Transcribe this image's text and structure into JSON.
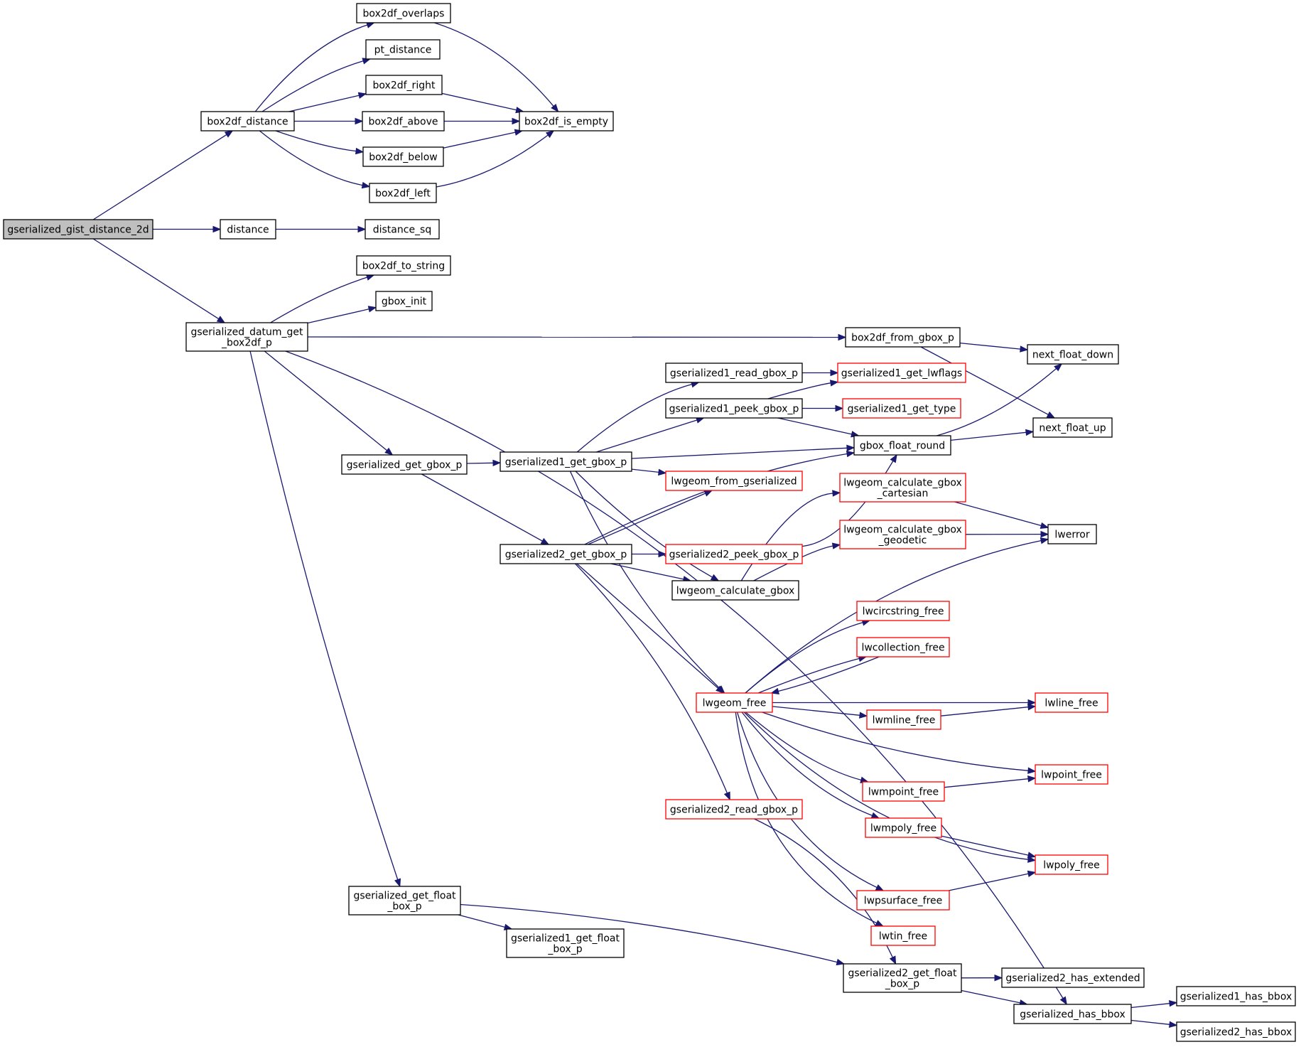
{
  "colors": {
    "edge": "#191970",
    "root_fill": "#bfbfbf",
    "link_border": "#000000",
    "undocumented_border": "#ff0000"
  },
  "nodes": [
    {
      "id": "root",
      "lines": [
        "gserialized_gist_distance_2d"
      ],
      "style": "root"
    },
    {
      "id": "box2df_distance",
      "lines": [
        "box2df_distance"
      ]
    },
    {
      "id": "box2df_overlaps",
      "lines": [
        "box2df_overlaps"
      ]
    },
    {
      "id": "pt_distance",
      "lines": [
        "pt_distance"
      ]
    },
    {
      "id": "box2df_right",
      "lines": [
        "box2df_right"
      ]
    },
    {
      "id": "box2df_above",
      "lines": [
        "box2df_above"
      ]
    },
    {
      "id": "box2df_below",
      "lines": [
        "box2df_below"
      ]
    },
    {
      "id": "box2df_left",
      "lines": [
        "box2df_left"
      ]
    },
    {
      "id": "box2df_is_empty",
      "lines": [
        "box2df_is_empty"
      ]
    },
    {
      "id": "distance",
      "lines": [
        "distance"
      ]
    },
    {
      "id": "distance_sq",
      "lines": [
        "distance_sq"
      ]
    },
    {
      "id": "gserialized_datum_get_box2df_p",
      "lines": [
        "gserialized_datum_get",
        "_box2df_p"
      ]
    },
    {
      "id": "box2df_to_string",
      "lines": [
        "box2df_to_string"
      ]
    },
    {
      "id": "gbox_init",
      "lines": [
        "gbox_init"
      ]
    },
    {
      "id": "box2df_from_gbox_p",
      "lines": [
        "box2df_from_gbox_p"
      ]
    },
    {
      "id": "next_float_down",
      "lines": [
        "next_float_down"
      ]
    },
    {
      "id": "next_float_up",
      "lines": [
        "next_float_up"
      ]
    },
    {
      "id": "gserialized1_read_gbox_p",
      "lines": [
        "gserialized1_read_gbox_p"
      ]
    },
    {
      "id": "gserialized1_get_lwflags",
      "lines": [
        "gserialized1_get_lwflags"
      ],
      "style": "red"
    },
    {
      "id": "gserialized1_peek_gbox_p",
      "lines": [
        "gserialized1_peek_gbox_p"
      ]
    },
    {
      "id": "gserialized1_get_type",
      "lines": [
        "gserialized1_get_type"
      ],
      "style": "red"
    },
    {
      "id": "gbox_float_round",
      "lines": [
        "gbox_float_round"
      ]
    },
    {
      "id": "gserialized_get_gbox_p",
      "lines": [
        "gserialized_get_gbox_p"
      ]
    },
    {
      "id": "gserialized1_get_gbox_p",
      "lines": [
        "gserialized1_get_gbox_p"
      ]
    },
    {
      "id": "lwgeom_from_gserialized",
      "lines": [
        "lwgeom_from_gserialized"
      ],
      "style": "red"
    },
    {
      "id": "lwgeom_calculate_gbox_cartesian",
      "lines": [
        "lwgeom_calculate_gbox",
        "_cartesian"
      ],
      "style": "red"
    },
    {
      "id": "lwerror",
      "lines": [
        "lwerror"
      ]
    },
    {
      "id": "lwgeom_calculate_gbox_geodetic",
      "lines": [
        "lwgeom_calculate_gbox",
        "_geodetic"
      ],
      "style": "red"
    },
    {
      "id": "gserialized2_get_gbox_p",
      "lines": [
        "gserialized2_get_gbox_p"
      ]
    },
    {
      "id": "gserialized2_peek_gbox_p",
      "lines": [
        "gserialized2_peek_gbox_p"
      ],
      "style": "red"
    },
    {
      "id": "lwgeom_calculate_gbox",
      "lines": [
        "lwgeom_calculate_gbox"
      ]
    },
    {
      "id": "lwcircstring_free",
      "lines": [
        "lwcircstring_free"
      ],
      "style": "red"
    },
    {
      "id": "lwcollection_free",
      "lines": [
        "lwcollection_free"
      ],
      "style": "red"
    },
    {
      "id": "lwgeom_free",
      "lines": [
        "lwgeom_free"
      ],
      "style": "red"
    },
    {
      "id": "lwline_free",
      "lines": [
        "lwline_free"
      ],
      "style": "red"
    },
    {
      "id": "lwmline_free",
      "lines": [
        "lwmline_free"
      ],
      "style": "red"
    },
    {
      "id": "lwpoint_free",
      "lines": [
        "lwpoint_free"
      ],
      "style": "red"
    },
    {
      "id": "lwmpoint_free",
      "lines": [
        "lwmpoint_free"
      ],
      "style": "red"
    },
    {
      "id": "lwmpoly_free",
      "lines": [
        "lwmpoly_free"
      ],
      "style": "red"
    },
    {
      "id": "lwpoly_free",
      "lines": [
        "lwpoly_free"
      ],
      "style": "red"
    },
    {
      "id": "lwpsurface_free",
      "lines": [
        "lwpsurface_free"
      ],
      "style": "red"
    },
    {
      "id": "lwtin_free",
      "lines": [
        "lwtin_free"
      ],
      "style": "red"
    },
    {
      "id": "gserialized2_read_gbox_p",
      "lines": [
        "gserialized2_read_gbox_p"
      ],
      "style": "red"
    },
    {
      "id": "gserialized_get_float_box_p",
      "lines": [
        "gserialized_get_float",
        "_box_p"
      ]
    },
    {
      "id": "gserialized1_get_float_box_p",
      "lines": [
        "gserialized1_get_float",
        "_box_p"
      ]
    },
    {
      "id": "gserialized2_get_float_box_p",
      "lines": [
        "gserialized2_get_float",
        "_box_p"
      ]
    },
    {
      "id": "gserialized2_has_extended",
      "lines": [
        "gserialized2_has_extended"
      ]
    },
    {
      "id": "gserialized_has_bbox",
      "lines": [
        "gserialized_has_bbox"
      ]
    },
    {
      "id": "gserialized1_has_bbox",
      "lines": [
        "gserialized1_has_bbox"
      ]
    },
    {
      "id": "gserialized2_has_bbox",
      "lines": [
        "gserialized2_has_bbox"
      ]
    }
  ],
  "edges": [
    [
      "root",
      "box2df_distance"
    ],
    [
      "root",
      "distance"
    ],
    [
      "root",
      "gserialized_datum_get_box2df_p"
    ],
    [
      "box2df_distance",
      "box2df_overlaps"
    ],
    [
      "box2df_distance",
      "pt_distance"
    ],
    [
      "box2df_distance",
      "box2df_right"
    ],
    [
      "box2df_distance",
      "box2df_above"
    ],
    [
      "box2df_distance",
      "box2df_below"
    ],
    [
      "box2df_distance",
      "box2df_left"
    ],
    [
      "box2df_overlaps",
      "box2df_is_empty"
    ],
    [
      "box2df_right",
      "box2df_is_empty"
    ],
    [
      "box2df_above",
      "box2df_is_empty"
    ],
    [
      "box2df_below",
      "box2df_is_empty"
    ],
    [
      "box2df_left",
      "box2df_is_empty"
    ],
    [
      "distance",
      "distance_sq"
    ],
    [
      "gserialized_datum_get_box2df_p",
      "box2df_to_string"
    ],
    [
      "gserialized_datum_get_box2df_p",
      "gbox_init"
    ],
    [
      "gserialized_datum_get_box2df_p",
      "box2df_from_gbox_p"
    ],
    [
      "gserialized_datum_get_box2df_p",
      "gserialized_get_gbox_p"
    ],
    [
      "gserialized_datum_get_box2df_p",
      "gserialized_get_float_box_p"
    ],
    [
      "gserialized_datum_get_box2df_p",
      "gserialized_has_bbox"
    ],
    [
      "box2df_from_gbox_p",
      "next_float_down"
    ],
    [
      "box2df_from_gbox_p",
      "next_float_up"
    ],
    [
      "gserialized_get_gbox_p",
      "gserialized1_get_gbox_p"
    ],
    [
      "gserialized_get_gbox_p",
      "gserialized2_get_gbox_p"
    ],
    [
      "gserialized1_get_gbox_p",
      "gserialized1_read_gbox_p"
    ],
    [
      "gserialized1_get_gbox_p",
      "gserialized1_peek_gbox_p"
    ],
    [
      "gserialized1_get_gbox_p",
      "gbox_float_round"
    ],
    [
      "gserialized1_get_gbox_p",
      "lwgeom_from_gserialized"
    ],
    [
      "gserialized1_get_gbox_p",
      "lwgeom_calculate_gbox"
    ],
    [
      "gserialized1_get_gbox_p",
      "lwgeom_free"
    ],
    [
      "gserialized1_read_gbox_p",
      "gserialized1_get_lwflags"
    ],
    [
      "gserialized1_peek_gbox_p",
      "gserialized1_get_lwflags"
    ],
    [
      "gserialized1_peek_gbox_p",
      "gserialized1_get_type"
    ],
    [
      "gserialized1_peek_gbox_p",
      "gbox_float_round"
    ],
    [
      "gbox_float_round",
      "next_float_down"
    ],
    [
      "gbox_float_round",
      "next_float_up"
    ],
    [
      "gserialized2_get_gbox_p",
      "lwgeom_from_gserialized"
    ],
    [
      "gserialized2_get_gbox_p",
      "gbox_float_round"
    ],
    [
      "gserialized2_get_gbox_p",
      "gserialized2_peek_gbox_p"
    ],
    [
      "gserialized2_get_gbox_p",
      "lwgeom_calculate_gbox"
    ],
    [
      "gserialized2_get_gbox_p",
      "lwgeom_free"
    ],
    [
      "gserialized2_get_gbox_p",
      "gserialized2_read_gbox_p"
    ],
    [
      "gserialized2_peek_gbox_p",
      "gbox_float_round"
    ],
    [
      "lwgeom_calculate_gbox",
      "lwgeom_calculate_gbox_cartesian"
    ],
    [
      "lwgeom_calculate_gbox",
      "lwgeom_calculate_gbox_geodetic"
    ],
    [
      "lwgeom_calculate_gbox_cartesian",
      "lwerror"
    ],
    [
      "lwgeom_calculate_gbox_geodetic",
      "lwerror"
    ],
    [
      "lwgeom_free",
      "lwerror"
    ],
    [
      "lwgeom_free",
      "lwcircstring_free"
    ],
    [
      "lwgeom_free",
      "lwcollection_free"
    ],
    [
      "lwcollection_free",
      "lwgeom_free"
    ],
    [
      "lwgeom_free",
      "lwline_free"
    ],
    [
      "lwgeom_free",
      "lwmline_free"
    ],
    [
      "lwgeom_free",
      "lwpoint_free"
    ],
    [
      "lwgeom_free",
      "lwmpoint_free"
    ],
    [
      "lwgeom_free",
      "lwmpoly_free"
    ],
    [
      "lwgeom_free",
      "lwpoly_free"
    ],
    [
      "lwgeom_free",
      "lwpsurface_free"
    ],
    [
      "lwgeom_free",
      "lwtin_free"
    ],
    [
      "lwmline_free",
      "lwline_free"
    ],
    [
      "lwmpoint_free",
      "lwpoint_free"
    ],
    [
      "lwmpoly_free",
      "lwpoly_free"
    ],
    [
      "lwpsurface_free",
      "lwpoly_free"
    ],
    [
      "gserialized2_read_gbox_p",
      "gserialized2_get_float_box_p"
    ],
    [
      "gserialized_get_float_box_p",
      "gserialized1_get_float_box_p"
    ],
    [
      "gserialized_get_float_box_p",
      "gserialized2_get_float_box_p"
    ],
    [
      "gserialized2_get_float_box_p",
      "gserialized2_has_extended"
    ],
    [
      "gserialized2_get_float_box_p",
      "gserialized_has_bbox"
    ],
    [
      "gserialized_has_bbox",
      "gserialized1_has_bbox"
    ],
    [
      "gserialized_has_bbox",
      "gserialized2_has_bbox"
    ]
  ]
}
